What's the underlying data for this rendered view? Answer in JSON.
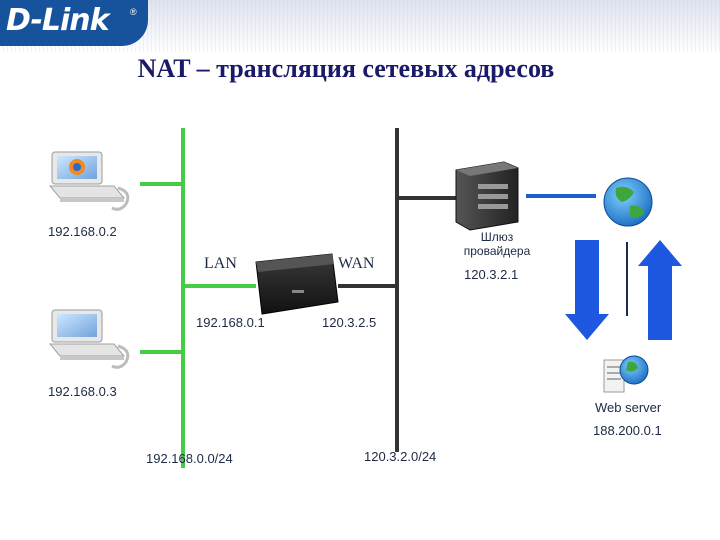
{
  "logo": {
    "brand": "D-Link",
    "registered": "®"
  },
  "title": "NAT – трансляция сетевых адресов",
  "hosts": [
    {
      "ip": "192.168.0.2"
    },
    {
      "ip": "192.168.0.3"
    }
  ],
  "router": {
    "lan_label": "LAN",
    "wan_label": "WAN",
    "lan_ip": "192.168.0.1",
    "wan_ip": "120.3.2.5"
  },
  "gateway": {
    "label": "Шлюз провайдера",
    "ip": "120.3.2.1"
  },
  "web_server": {
    "label": "Web server",
    "ip": "188.200.0.1"
  },
  "networks": {
    "lan": "192.168.0.0/24",
    "wan": "120.3.2.0/24"
  },
  "colors": {
    "lan_line": "#44cc44",
    "wan_line": "#333333",
    "uplink": "#1a5fcf",
    "arrow": "#1e57e0",
    "brand": "#17539c"
  }
}
